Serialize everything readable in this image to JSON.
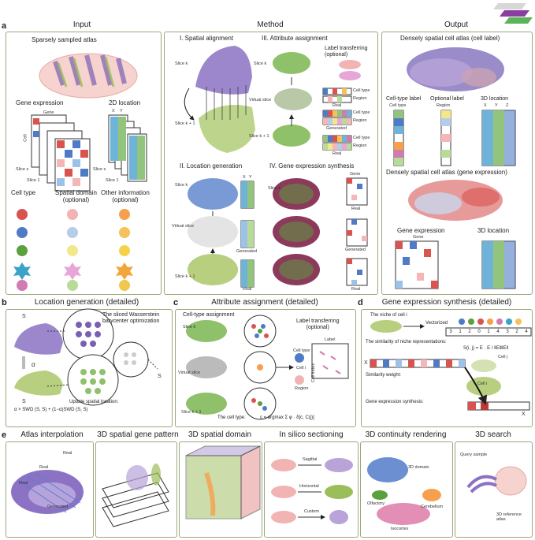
{
  "panel_a": {
    "letter": "a",
    "headers": {
      "input": "Input",
      "method": "Method",
      "output": "Output"
    },
    "input": {
      "atlas_title": "Sparsely sampled atlas",
      "gene_expression": "Gene expression",
      "location_2d": "2D location",
      "gene": "Gene",
      "cell": "Cell",
      "x": "X",
      "y": "Y",
      "slice_s": "Slice s",
      "slice_1": "Slice 1",
      "cell_type": "Cell type",
      "spatial_domain": "Spatial domain\n(optional)",
      "other_info": "Other information\n(optional)"
    },
    "method": {
      "spatial_alignment": "I. Spatial alignment",
      "attribute_assignment": "III. Attribute assignment",
      "label_transferring": "Label transferring\n(optional)",
      "location_generation": "II. Location generation",
      "gene_synthesis": "IV. Gene expression synthesis",
      "slice_k": "Slice k",
      "slice_k1": "Slice k + 1",
      "virtual_slice": "Virtual slice",
      "cell": "Cell",
      "cell_type": "Cell type",
      "region": "Region",
      "real": "Real",
      "generated": "Generated",
      "gene": "Gene",
      "x": "X",
      "y": "Y"
    },
    "output": {
      "dense_cell_label": "Densely spatial cell atlas (cell label)",
      "cell_type_label": "Cell-type label",
      "optional_label": "Optional label",
      "location_3d": "3D location",
      "cell_type": "Cell type",
      "region": "Region",
      "cell": "Cell",
      "x": "X",
      "y": "Y",
      "z": "Z",
      "dense_gene": "Densely spatial cell atlas (gene expression)",
      "gene_expression": "Gene expression",
      "location_3d_2": "3D location",
      "gene": "Gene"
    }
  },
  "panel_b": {
    "letter": "b",
    "title": "Location generation (detailed)",
    "s_k": "S",
    "s_k1": "S",
    "s_vir": "S",
    "alpha": "α",
    "barycenter": "The sliced Wasserstein\nbarycenter optimization",
    "update": "Update spatial location:",
    "formula_lhs": "S",
    "formula": "α × SWD (S, S) + (1−α)SWD (S, S)"
  },
  "panel_c": {
    "letter": "c",
    "title": "Attribute assignment (detailed)",
    "cell_type_assignment": "Cell-type assignment",
    "label_transferring": "Label transferring\n(optional)",
    "slice_k": "Slice k",
    "virtual_slice": "Virtual slice",
    "slice_k1": "Slice k + 1",
    "cell_type": "Cell type",
    "cell_i": "Cell i",
    "region": "Region",
    "label": "Label",
    "cell_index": "Cell index",
    "the_cell_type": "The cell type:",
    "formula": "c = argmax Σ φ · δ[c, C(j)]"
  },
  "panel_d": {
    "letter": "d",
    "title": "Gene expression synthesis (detailed)",
    "niche": "The niche of cell i",
    "vectorized": "Vectorized",
    "e_values": [
      "3",
      "1",
      "2",
      "0",
      "1",
      "4",
      "3",
      "2",
      "4"
    ],
    "similarity_text": "The similarity of niche representations:",
    "sim_formula": "S(i, j) = E · E / ‖E‖‖E‖",
    "similarity_weight": "Similarity weight:",
    "gene_synth": "Gene expression synthesis:",
    "cell_j": "Cell j",
    "cell_i": "Cell i",
    "xi": "X",
    "xj": "X"
  },
  "panel_e": {
    "letter": "e",
    "titles": [
      "Atlas interpolation",
      "3D spatial gene pattern",
      "3D spatial domain",
      "In silico sectioning",
      "3D continuity rendering",
      "3D search"
    ],
    "real": "Real",
    "generated": "Generated",
    "sagittal": "Sagittal",
    "horizontal": "Horizontal",
    "custom": "Custom",
    "domain_3d": "3D domain",
    "olfactory": "Olfactory",
    "cerebellum": "Cerebellum",
    "isocortex": "Isocortex",
    "query_sample": "Query sample",
    "reference_atlas": "3D reference\natlas"
  },
  "colors": {
    "border": "#9aa77a",
    "purple": "#7b5fb5",
    "green": "#9bbd5a",
    "red": "#d9534f",
    "blue": "#4f7bc6",
    "pink": "#f4b6b6"
  }
}
